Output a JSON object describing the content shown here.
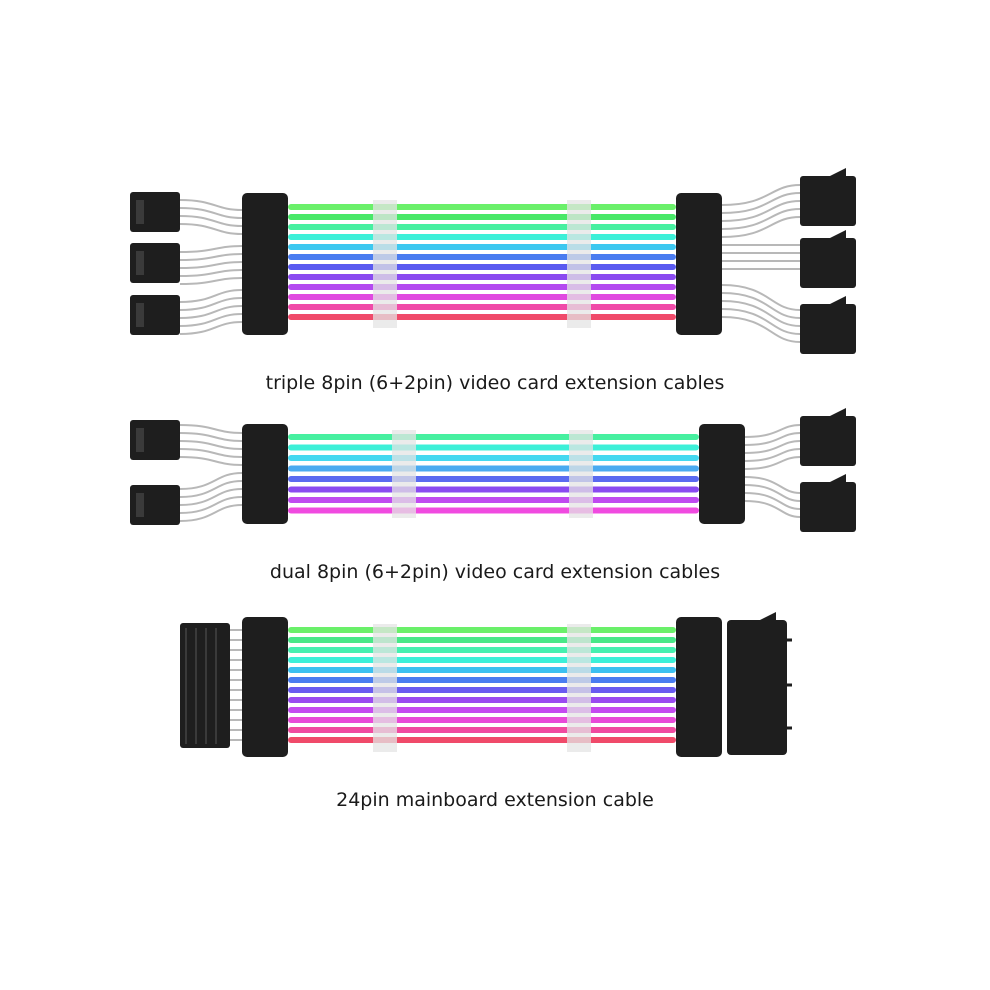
{
  "captions": {
    "triple": "triple 8pin (6+2pin) video card extension cables",
    "dual": "dual 8pin (6+2pin) video card extension cables",
    "mainboard": "24pin mainboard extension cable"
  },
  "colors": {
    "background": "#ffffff",
    "connector": "#1e1e1e",
    "wire": "#b8b8b8",
    "clip": "#e4e4e4"
  },
  "cables": [
    {
      "name": "triple-8pin",
      "sleeve_colors": [
        "#6af06a",
        "#48e868",
        "#46f0a0",
        "#3cf0d8",
        "#3cc8f0",
        "#4a7cf0",
        "#5a5af0",
        "#8a4af0",
        "#b44af0",
        "#e04ae0",
        "#f04aa8",
        "#f04a6a"
      ]
    },
    {
      "name": "dual-8pin",
      "sleeve_colors": [
        "#46f0a0",
        "#3cf0d8",
        "#44d8f0",
        "#4aaaf0",
        "#5a6af0",
        "#8a4af0",
        "#c04af0",
        "#f04ae0"
      ]
    },
    {
      "name": "mainboard-24pin",
      "sleeve_colors": [
        "#6af06a",
        "#48e888",
        "#46f0b0",
        "#3cf0d8",
        "#3cc0f0",
        "#4a7cf0",
        "#6a5af0",
        "#9a4af0",
        "#c44af0",
        "#e84ad8",
        "#f04aa0",
        "#f04a6a"
      ]
    }
  ]
}
